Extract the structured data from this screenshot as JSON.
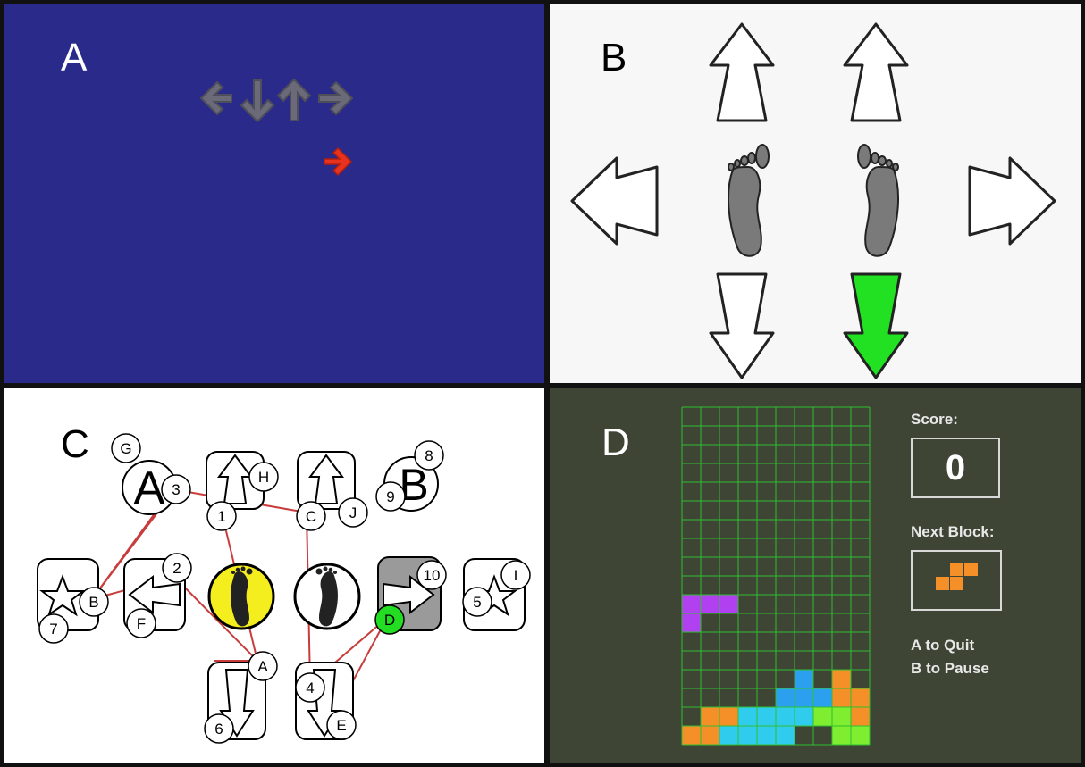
{
  "panels": {
    "A": {
      "label": "A"
    },
    "B": {
      "label": "B"
    },
    "C": {
      "label": "C"
    },
    "D": {
      "label": "D"
    }
  },
  "panelA": {
    "background_color": "#2a2a8a",
    "receptor_arrows": [
      "left",
      "down",
      "up",
      "right"
    ],
    "incoming_note": {
      "direction": "right",
      "color": "#e8321e"
    }
  },
  "panelB": {
    "pad_arrows": [
      "up-left",
      "up-right",
      "left",
      "right",
      "down-left",
      "down-right"
    ],
    "active_arrow": "down-right",
    "active_color": "#22e022",
    "feet": [
      "left-foot",
      "right-foot"
    ]
  },
  "panelC": {
    "top_row": [
      {
        "symbol": "A",
        "tags": [
          "G",
          "3"
        ]
      },
      {
        "symbol": "up-arrow",
        "tags": [
          "H",
          "1"
        ]
      },
      {
        "symbol": "up-arrow",
        "tags": [
          "C",
          "J"
        ]
      },
      {
        "symbol": "B",
        "tags": [
          "8",
          "9"
        ]
      }
    ],
    "middle_row": [
      {
        "symbol": "star",
        "tags": [
          "B",
          "7"
        ]
      },
      {
        "symbol": "left-arrow",
        "tags": [
          "2",
          "F"
        ]
      },
      {
        "symbol": "foot",
        "highlight": "#f5ee1e",
        "tags": []
      },
      {
        "symbol": "foot",
        "tags": []
      },
      {
        "symbol": "right-arrow",
        "highlight": "#9a9a9a",
        "tags": [
          "10",
          "D"
        ]
      },
      {
        "symbol": "star",
        "tags": [
          "I",
          "5"
        ]
      }
    ],
    "bottom_row": [
      {
        "symbol": "down-arrow",
        "tags": [
          "A",
          "6"
        ]
      },
      {
        "symbol": "down-arrow",
        "tags": [
          "4",
          "E"
        ]
      }
    ],
    "path_color": "#c83c3c",
    "green_tag": {
      "label": "D",
      "color": "#22dd22"
    }
  },
  "panelD": {
    "score_label": "Score:",
    "score": "0",
    "next_label": "Next Block:",
    "help_quit": "A to Quit",
    "help_pause": "B to Pause",
    "grid": {
      "cols": 10,
      "rows": 18,
      "line_color": "#2fbf2f"
    },
    "cells": [
      {
        "c": 0,
        "r": 10,
        "color": "#b040f0"
      },
      {
        "c": 1,
        "r": 10,
        "color": "#b040f0"
      },
      {
        "c": 2,
        "r": 10,
        "color": "#b040f0"
      },
      {
        "c": 0,
        "r": 11,
        "color": "#b040f0"
      },
      {
        "c": 6,
        "r": 14,
        "color": "#2aa0ee"
      },
      {
        "c": 8,
        "r": 14,
        "color": "#f59028"
      },
      {
        "c": 5,
        "r": 15,
        "color": "#2aa0ee"
      },
      {
        "c": 6,
        "r": 15,
        "color": "#2aa0ee"
      },
      {
        "c": 7,
        "r": 15,
        "color": "#2aa0ee"
      },
      {
        "c": 8,
        "r": 15,
        "color": "#f59028"
      },
      {
        "c": 9,
        "r": 15,
        "color": "#f59028"
      },
      {
        "c": 1,
        "r": 16,
        "color": "#f59028"
      },
      {
        "c": 2,
        "r": 16,
        "color": "#f59028"
      },
      {
        "c": 3,
        "r": 16,
        "color": "#30ccee"
      },
      {
        "c": 4,
        "r": 16,
        "color": "#30ccee"
      },
      {
        "c": 5,
        "r": 16,
        "color": "#30ccee"
      },
      {
        "c": 6,
        "r": 16,
        "color": "#30ccee"
      },
      {
        "c": 7,
        "r": 16,
        "color": "#80ee30"
      },
      {
        "c": 8,
        "r": 16,
        "color": "#80ee30"
      },
      {
        "c": 9,
        "r": 16,
        "color": "#f59028"
      },
      {
        "c": 0,
        "r": 17,
        "color": "#f59028"
      },
      {
        "c": 1,
        "r": 17,
        "color": "#f59028"
      },
      {
        "c": 2,
        "r": 17,
        "color": "#30ccee"
      },
      {
        "c": 3,
        "r": 17,
        "color": "#30ccee"
      },
      {
        "c": 4,
        "r": 17,
        "color": "#30ccee"
      },
      {
        "c": 5,
        "r": 17,
        "color": "#30ccee"
      },
      {
        "c": 8,
        "r": 17,
        "color": "#80ee30"
      },
      {
        "c": 9,
        "r": 17,
        "color": "#80ee30"
      }
    ],
    "next_block": {
      "color": "#f59028",
      "cells": [
        {
          "c": 1,
          "r": 0
        },
        {
          "c": 2,
          "r": 0
        },
        {
          "c": 0,
          "r": 1
        },
        {
          "c": 1,
          "r": 1
        }
      ]
    }
  }
}
